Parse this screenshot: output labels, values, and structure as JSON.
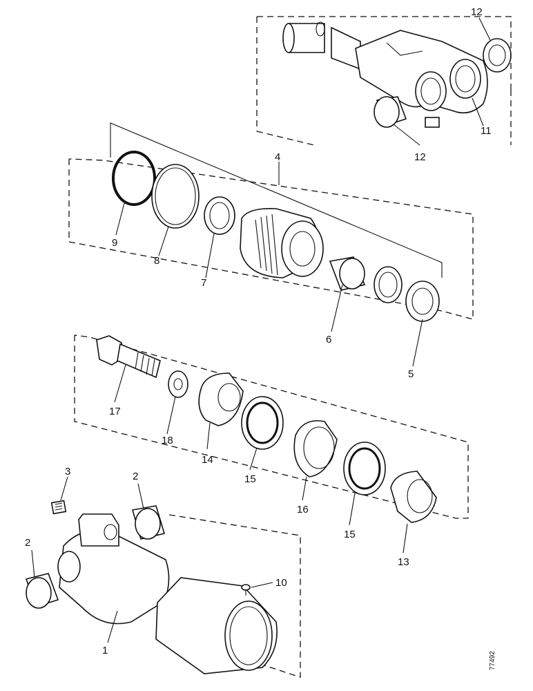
{
  "callouts": {
    "c1": "1",
    "c2a": "2",
    "c2b": "2",
    "c3": "3",
    "c4": "4",
    "c5": "5",
    "c6": "6",
    "c7": "7",
    "c8": "8",
    "c9": "9",
    "c10": "10",
    "c11": "11",
    "c12a": "12",
    "c12b": "12",
    "c13": "13",
    "c14": "14",
    "c15a": "15",
    "c15b": "15",
    "c16": "16",
    "c17": "17",
    "c18": "18"
  },
  "drawing_ref": "77492"
}
